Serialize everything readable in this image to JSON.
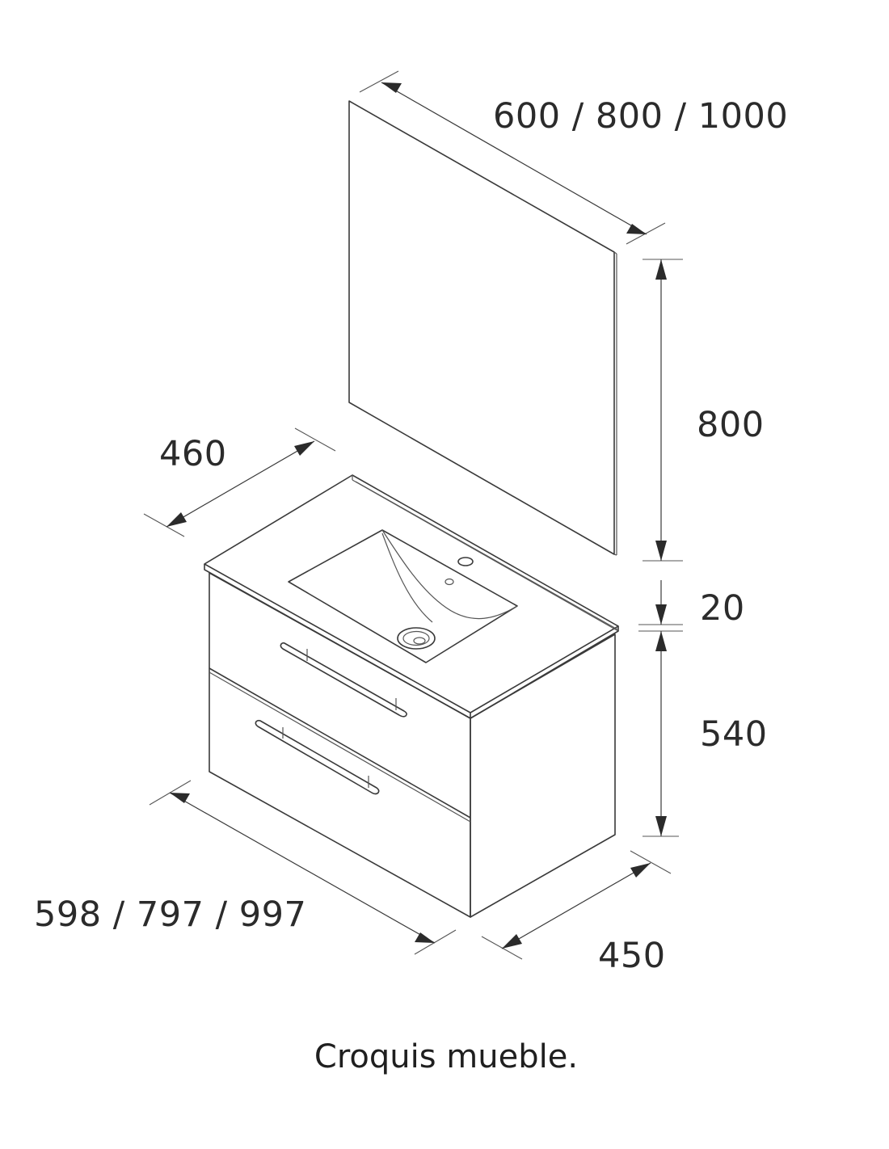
{
  "dimensions": {
    "mirror_width": "600 / 800 / 1000",
    "mirror_height": "800",
    "top_depth": "460",
    "top_thickness": "20",
    "cabinet_height": "540",
    "cabinet_width": "598 / 797 / 997",
    "cabinet_depth": "450"
  },
  "caption": "Croquis mueble."
}
